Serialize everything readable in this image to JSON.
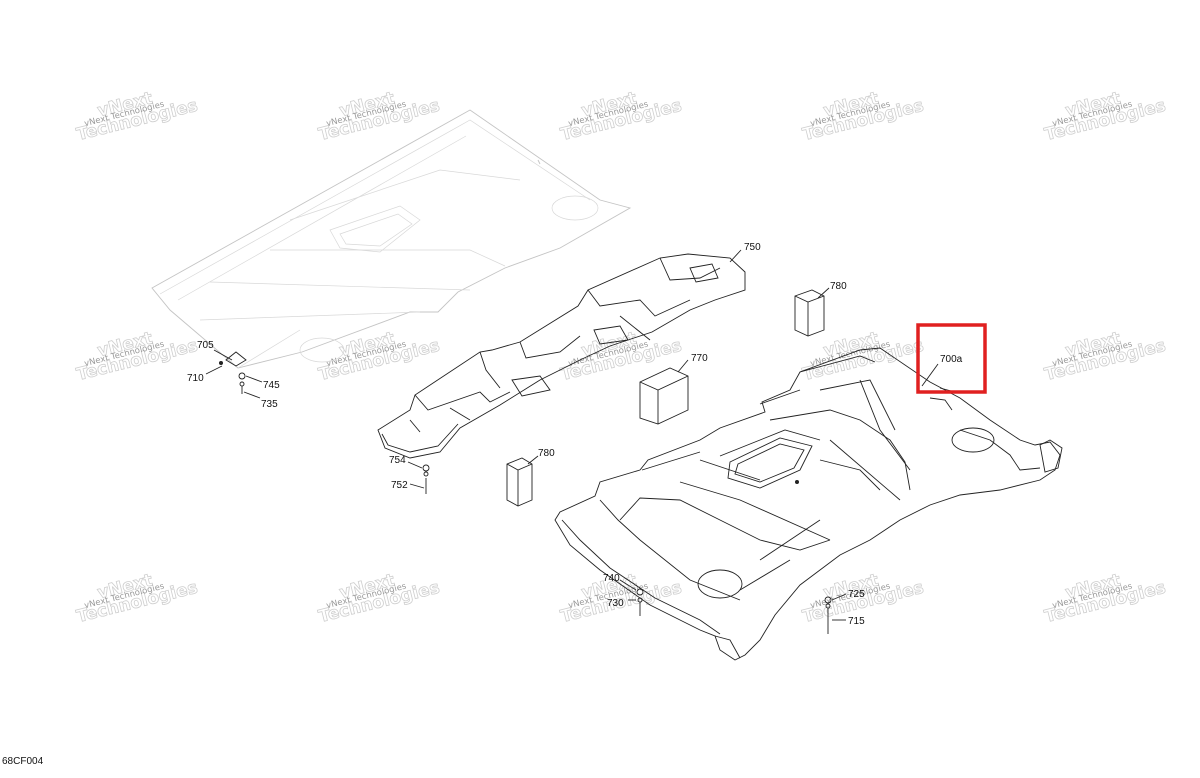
{
  "watermark": {
    "line1": "vNext",
    "line2": "Technologies",
    "full": "vNext Technologies"
  },
  "drawing_code": "68CF004",
  "callouts": [
    {
      "id": "750",
      "text": "750"
    },
    {
      "id": "780a",
      "text": "780"
    },
    {
      "id": "780b",
      "text": "780"
    },
    {
      "id": "770",
      "text": "770"
    },
    {
      "id": "700a",
      "text": "700a"
    },
    {
      "id": "705",
      "text": "705"
    },
    {
      "id": "710",
      "text": "710"
    },
    {
      "id": "745",
      "text": "745"
    },
    {
      "id": "735",
      "text": "735"
    },
    {
      "id": "754",
      "text": "754"
    },
    {
      "id": "752",
      "text": "752"
    },
    {
      "id": "740",
      "text": "740"
    },
    {
      "id": "730",
      "text": "730"
    },
    {
      "id": "725",
      "text": "725"
    },
    {
      "id": "715",
      "text": "715"
    }
  ],
  "highlight": {
    "target": "700a",
    "color": "#e02020"
  }
}
